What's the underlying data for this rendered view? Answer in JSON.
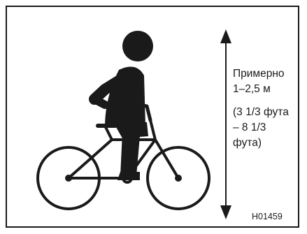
{
  "height_label": {
    "line1": "Примерно",
    "line2": "1–2,5 м",
    "line3": "(3 1/3 фута",
    "line4": "– 8 1/3",
    "line5": "фута)"
  },
  "figure_code": "H01459",
  "colors": {
    "ink": "#1a1a1a",
    "background": "#ffffff"
  },
  "icons": {
    "main_figure": "person-riding-bicycle-icon",
    "measurement": "double-headed-vertical-arrow-icon"
  }
}
